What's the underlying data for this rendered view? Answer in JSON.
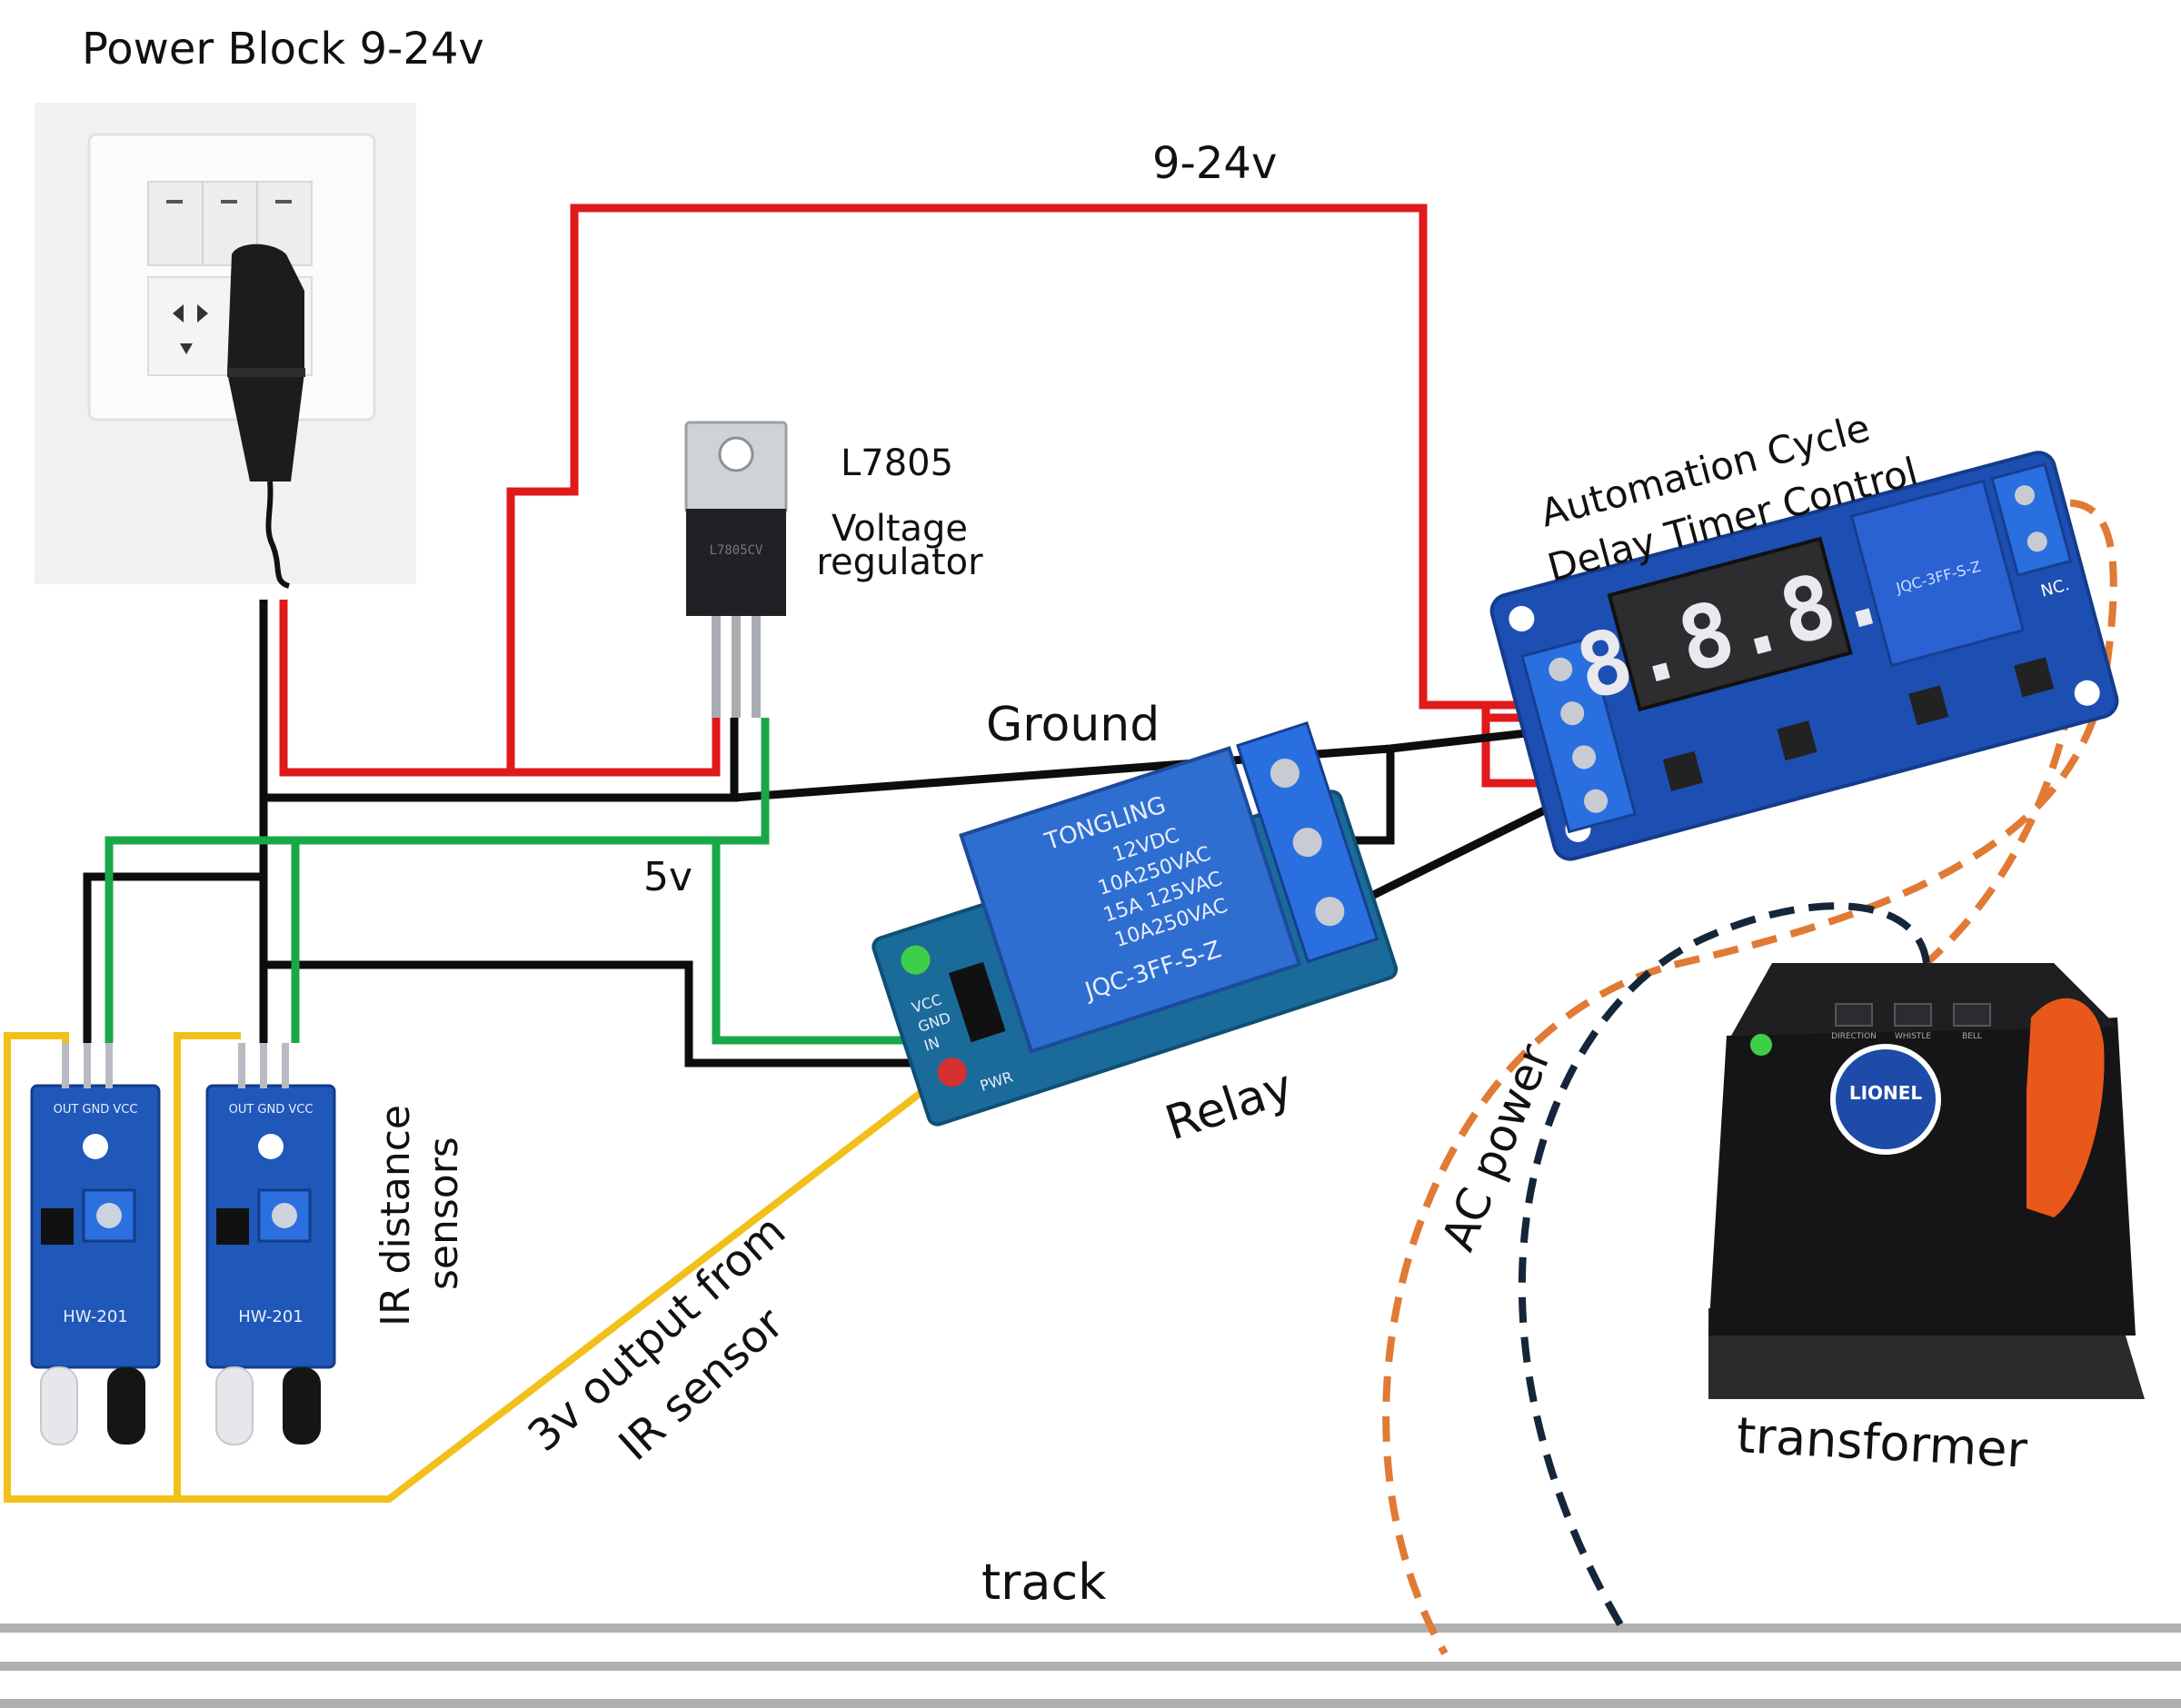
{
  "labels": {
    "power_block": "Power Block 9-24v",
    "voltage_line": "9-24v",
    "regulator_part": "L7805",
    "regulator_name_1": "Voltage",
    "regulator_name_2": "regulator",
    "timer_line_1": "Automation Cycle",
    "timer_line_2": "Delay Timer Control",
    "ground": "Ground",
    "five_volt": "5v",
    "relay": "Relay",
    "ir_sensors_1": "IR distance",
    "ir_sensors_2": "sensors",
    "ir_output_1": "3v output from",
    "ir_output_2": "IR sensor",
    "ac_power": "AC power",
    "transformer": "transformer",
    "track": "track"
  },
  "relay_module": {
    "brand": "TONGLING",
    "spec_1": "12VDC",
    "spec_2": "10A250VAC",
    "spec_3": "15A 125VAC",
    "spec_4": "10A250VAC",
    "model": "JQC-3FF-S-Z",
    "pin_vcc": "VCC",
    "pin_gnd": "GND",
    "pin_in": "IN",
    "pwr": "PWR"
  },
  "timer_module": {
    "display": "8.8.8.",
    "relay_marking": "JQC-3FF-S-Z",
    "nc_label": "NC."
  },
  "ir_module": {
    "pins": "OUT GND VCC",
    "part": "HW-201"
  },
  "transformer_controls": {
    "button_1": "DIRECTION",
    "button_2": "WHISTLE",
    "button_3": "BELL",
    "logo": "LIONEL"
  },
  "regulator_marking": "L7805CV",
  "colors": {
    "wire_red": "#e0191b",
    "wire_black": "#0d0d0d",
    "wire_green": "#1aa74a",
    "wire_yellow": "#f2c01a",
    "ac_orange": "#e07a35",
    "ac_navy": "#16263a",
    "module_blue": "#1d4fb3",
    "track_gray": "#b0b0b0"
  }
}
